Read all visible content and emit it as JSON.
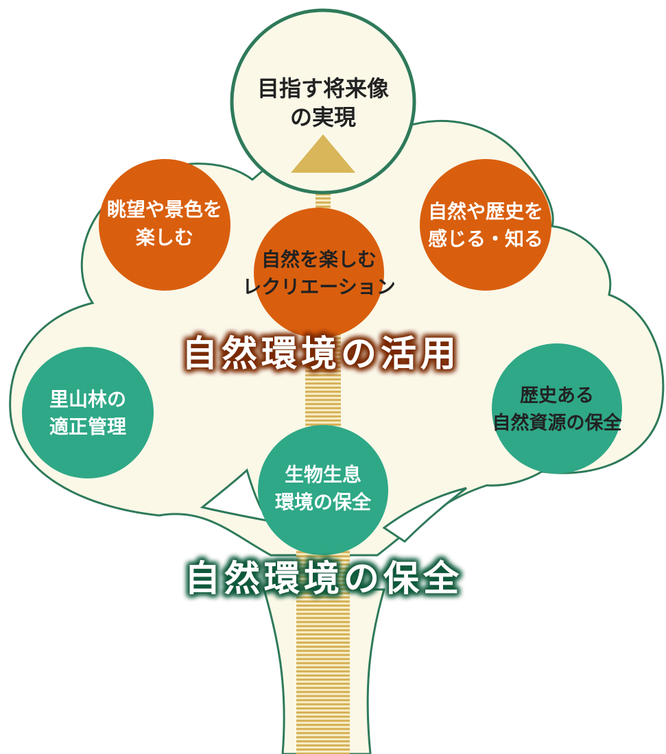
{
  "goal": {
    "line1": "目指す将来像",
    "line2": "の実現"
  },
  "utilization": {
    "banner": "自然環境の活用",
    "color": "#d95f0e",
    "nodes": [
      {
        "line1": "眺望や景色を",
        "line2": "楽しむ"
      },
      {
        "line1": "自然を楽しむ",
        "line2": "レクリエーション"
      },
      {
        "line1": "自然や歴史を",
        "line2": "感じる・知る"
      }
    ]
  },
  "conservation": {
    "banner": "自然環境の保全",
    "color": "#2fa887",
    "nodes": [
      {
        "line1": "里山林の",
        "line2": "適正管理"
      },
      {
        "line1": "生物生息",
        "line2": "環境の保全"
      },
      {
        "line1": "歴史ある",
        "line2": "自然資源の保全"
      }
    ]
  },
  "colors": {
    "canopy_fill": "#fbf8e8",
    "outline": "#2e7a5a",
    "trunk_stripe": "#d6b25a"
  }
}
